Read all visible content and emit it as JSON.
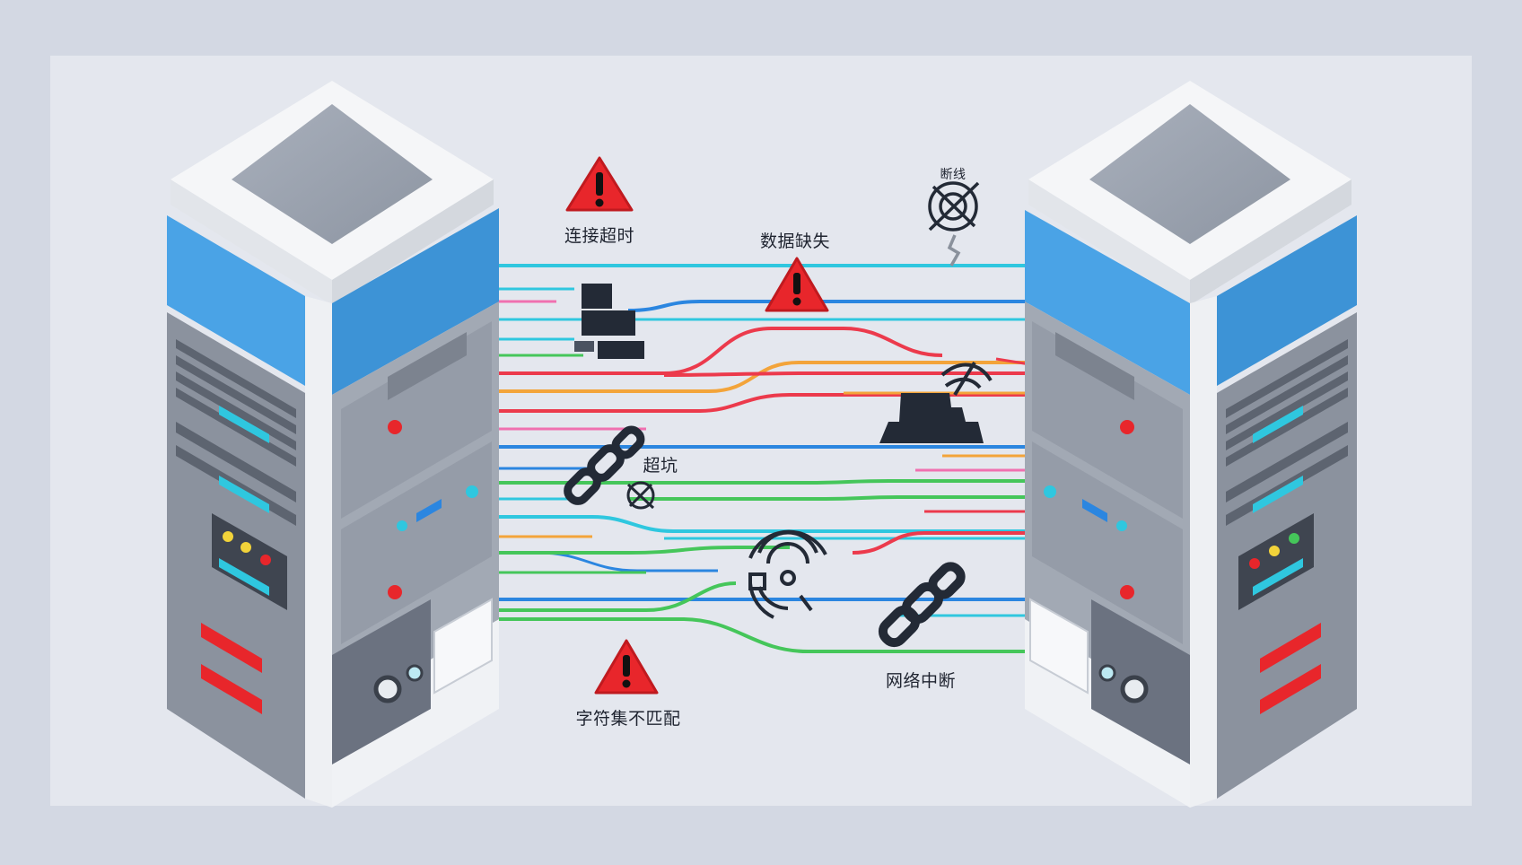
{
  "labels": {
    "connection_timeout": "连接超时",
    "data_missing": "数据缺失",
    "broken_pit": "超坑",
    "charset_mismatch": "字符集不匹配",
    "network_interruption": "网络中断",
    "garbled_top_right": "断线"
  },
  "colors": {
    "background": "#d3d8e3",
    "panel": "#e4e7ee",
    "server_blue": "#4aa3e6",
    "server_gray": "#8b929e",
    "server_dark": "#666d79",
    "server_white": "#f5f6f8",
    "warning_red": "#e8262b",
    "cable_cyan": "#2fc7df",
    "cable_blue": "#2b86e0",
    "cable_green": "#45c65a",
    "cable_red": "#ec3a4c",
    "cable_orange": "#f3a43a",
    "cable_pink": "#f070b0",
    "icon_dark": "#232a36"
  },
  "icons": [
    "warning-icon",
    "broken-chain-icon",
    "broken-signal-icon",
    "blocking-blocks-icon",
    "antenna-icon"
  ]
}
